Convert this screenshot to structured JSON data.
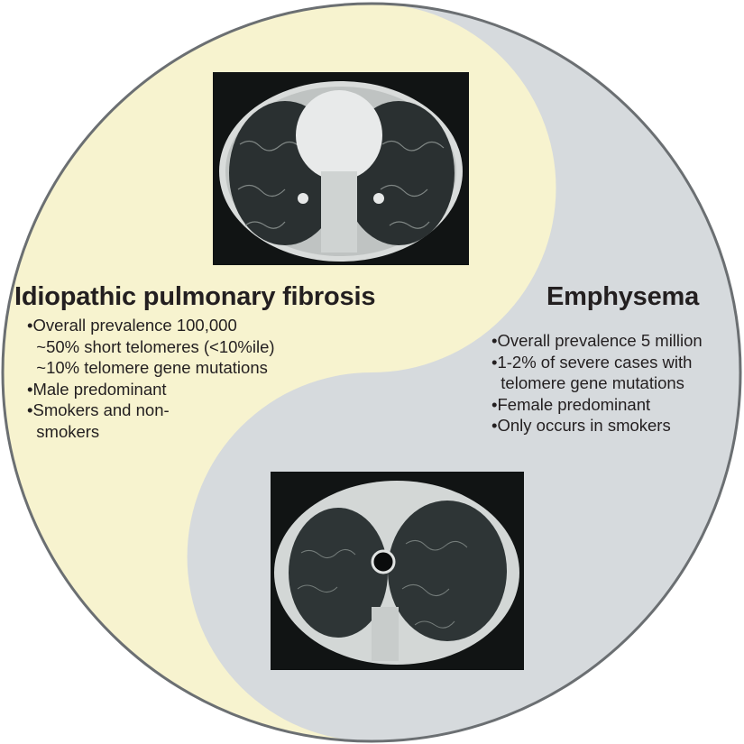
{
  "colors": {
    "ipf_fill": "#f7f3cf",
    "emphysema_fill": "#d6dadd",
    "outline": "#6b6f72",
    "text": "#231f20"
  },
  "ipf": {
    "title": "Idiopathic pulmonary fibrosis",
    "bullets": [
      "•Overall prevalence 100,000",
      "  ~50% short telomeres (<10%ile)",
      "  ~10% telomere gene mutations",
      "•Male predominant",
      "•Smokers and non-",
      "  smokers"
    ],
    "image": "ct-scan-fibrosis"
  },
  "emphysema": {
    "title": "Emphysema",
    "bullets": [
      "•Overall prevalence 5 million",
      "•1-2% of severe cases with",
      "  telomere gene mutations",
      "•Female predominant",
      "•Only occurs in smokers"
    ],
    "image": "ct-scan-emphysema"
  }
}
